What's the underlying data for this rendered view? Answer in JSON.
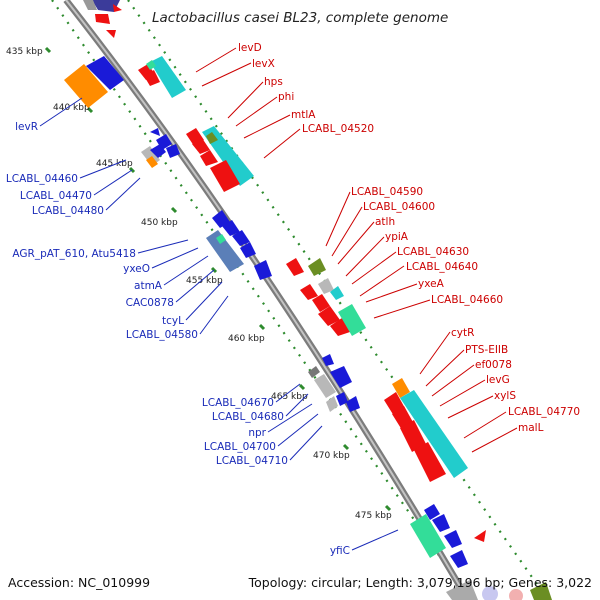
{
  "title": "Lactobacillus casei BL23, complete genome",
  "footer": {
    "accession": "Accession: NC_010999",
    "summary": "Topology: circular; Length: 3,079,196 bp; Genes: 3,022"
  },
  "scale_marks": [
    "435 kbp",
    "440 kbp",
    "445 kbp",
    "450 kbp",
    "455 kbp",
    "460 kbp",
    "465 kbp",
    "470 kbp",
    "475 kbp"
  ],
  "forward_genes": [
    "levD",
    "levX",
    "hps",
    "phi",
    "mtlA",
    "LCABL_04520",
    "LCABL_04590",
    "LCABL_04600",
    "atlh",
    "ypiA",
    "LCABL_04630",
    "LCABL_04640",
    "yxeA",
    "LCABL_04660",
    "cytR",
    "PTS-EIIB",
    "ef0078",
    "levG",
    "xylS",
    "LCABL_04770",
    "malL"
  ],
  "reverse_genes": [
    "levR",
    "LCABL_04460",
    "LCABL_04470",
    "LCABL_04480",
    "AGR_pAT_610, Atu5418",
    "yxeO",
    "atmA",
    "CAC0878",
    "tcyL",
    "LCABL_04580",
    "LCABL_04670",
    "LCABL_04680",
    "npr",
    "LCABL_04700",
    "LCABL_04710",
    "yfiC"
  ],
  "colors": {
    "forward_label": "#cc0000",
    "reverse_label": "#1a2bb8",
    "backbone": "#8a8a8a",
    "tick": "#2e8b2e",
    "cds_red": "#ee1111",
    "cds_blue": "#1a1ad8",
    "feature_cyan": "#22cccc",
    "feature_orange": "#ff8c00",
    "feature_green": "#33dd99",
    "feature_olive": "#6b8e23",
    "feature_gray": "#b8b8b8",
    "feature_steel": "#5b7fb8"
  }
}
